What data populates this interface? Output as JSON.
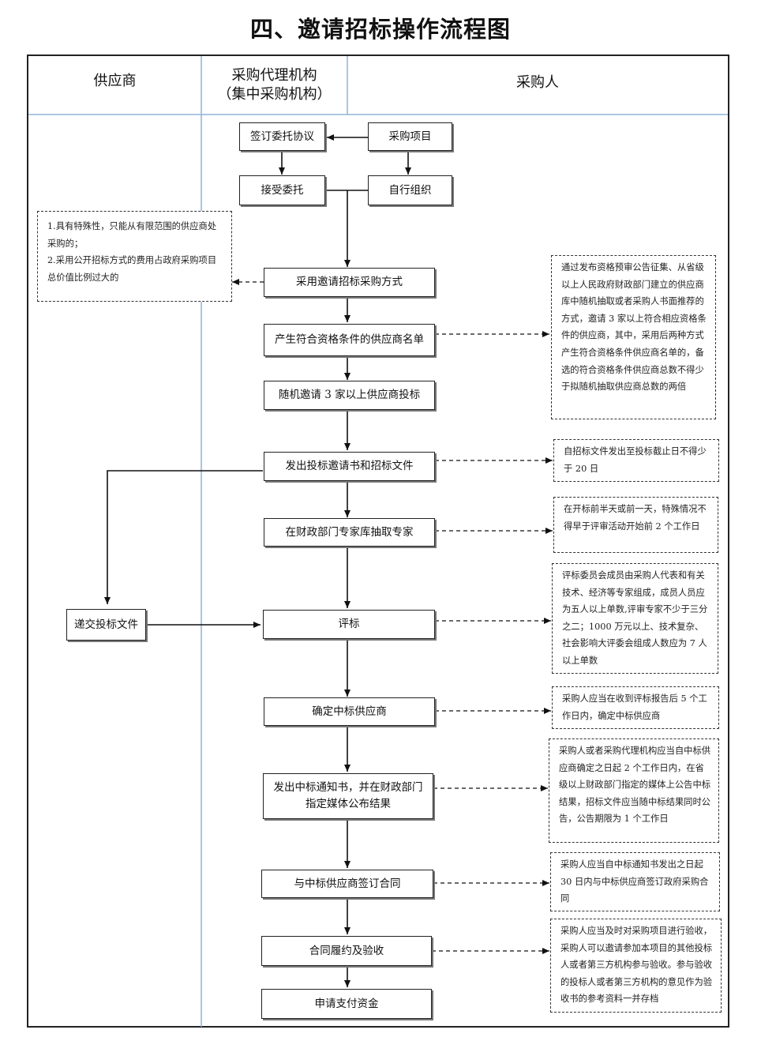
{
  "title": "四、邀请招标操作流程图",
  "lanes": {
    "supplier": "供应商",
    "agency_line1": "采购代理机构",
    "agency_line2": "（集中采购机构）",
    "purchaser": "采购人"
  },
  "steps": {
    "sign_agreement": "签订委托协议",
    "purchase_project": "采购项目",
    "accept_entrust": "接受委托",
    "self_organize": "自行组织",
    "adopt_method": "采用邀请招标采购方式",
    "produce_list": "产生符合资格条件的供应商名单",
    "random_invite": "随机邀请 3 家以上供应商投标",
    "issue_invitation": "发出投标邀请书和招标文件",
    "extract_experts": "在财政部门专家库抽取专家",
    "submit_bids": "递交投标文件",
    "evaluate": "评标",
    "determine_winner": "确定中标供应商",
    "notify_line1": "发出中标通知书，并在财政部门",
    "notify_line2": "指定媒体公布结果",
    "sign_contract": "与中标供应商签订合同",
    "perform_accept": "合同履约及验收",
    "apply_payment": "申请支付资金"
  },
  "notes": {
    "conditions": [
      "1.具有特殊性，只能从有限范围的供应商处采购的；",
      "2.采用公开招标方式的费用占政府采购项目总价值比例过大的"
    ],
    "qualification": "通过发布资格预审公告征集、从省级以上人民政府财政部门建立的供应商库中随机抽取或者采购人书面推荐的方式，邀请 3 家以上符合相应资格条件的供应商，其中，采用后两种方式产生符合资格条件供应商名单的，备选的符合资格条件供应商总数不得少于拟随机抽取供应商总数的两倍",
    "bid_period": "自招标文件发出至投标截止日不得少于 20 日",
    "expert_time": "在开标前半天或前一天，特殊情况不得早于评审活动开始前 2 个工作日",
    "committee": "评标委员会成员由采购人代表和有关技术、经济等专家组成，成员人员应为五人以上单数,评审专家不少于三分之二；1000 万元以上、技术复杂、社会影响大评委会组成人数应为 7 人以上单数",
    "winner_time": "采购人应当在收到评标报告后 5 个工作日内，确定中标供应商",
    "announce": "采购人或者采购代理机构应当自中标供应商确定之日起 2 个工作日内，在省级以上财政部门指定的媒体上公告中标结果，招标文件应当随中标结果同时公告，公告期限为 1 个工作日",
    "contract_time": "采购人应当自中标通知书发出之日起 30 日内与中标供应商签订政府采购合同",
    "acceptance": "采购人应当及时对采购项目进行验收，采购人可以邀请参加本项目的其他投标人或者第三方机构参与验收。参与验收的投标人或者第三方机构的意见作为验收书的参考资料一并存档"
  }
}
